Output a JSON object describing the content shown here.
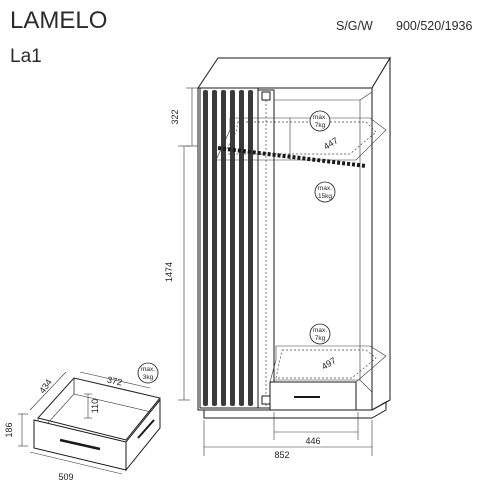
{
  "header": {
    "title": "LAMELO",
    "code": "La1",
    "dims_label": "S/G/W",
    "dims_value": "900/520/1936"
  },
  "dimensions": {
    "top_height": "322",
    "body_height": "1474",
    "shelf_depth_top": "447",
    "shelf_depth_bottom": "497",
    "inner_width": "446",
    "total_width": "852",
    "drawer_depth": "434",
    "drawer_inner_width": "372",
    "drawer_inner_height": "110",
    "drawer_height": "186",
    "drawer_width": "509"
  },
  "load_badges": {
    "top_shelf": [
      "max.",
      "7kg"
    ],
    "hanging_rail": [
      "max.",
      "15kg"
    ],
    "bottom_shelf": [
      "max.",
      "7kg"
    ],
    "drawer": [
      "max.",
      "3kg"
    ]
  },
  "colors": {
    "line": "#1a1a1a",
    "slat": "#3a3a3a",
    "background": "#ffffff"
  }
}
